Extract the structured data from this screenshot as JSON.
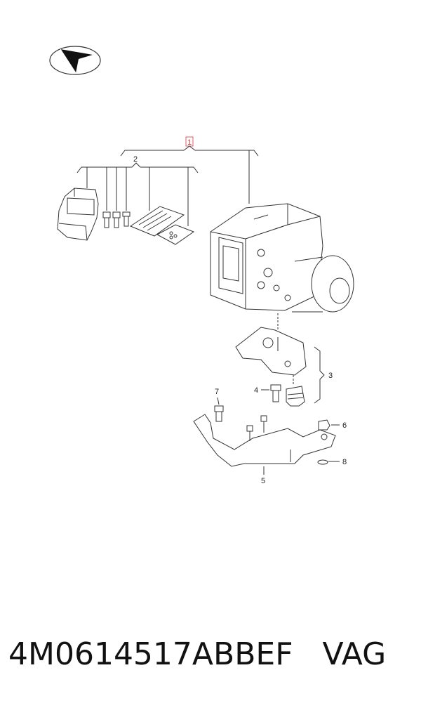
{
  "logo": {
    "icon": "parts-catalog-logo-icon"
  },
  "diagram": {
    "callouts": [
      "1",
      "2",
      "3",
      "4",
      "5",
      "6",
      "7",
      "8"
    ],
    "highlight_color": "#d23a3a",
    "line_color": "#333333"
  },
  "footer": {
    "part_number": "4M0614517ABBEF",
    "brand": "VAG"
  }
}
